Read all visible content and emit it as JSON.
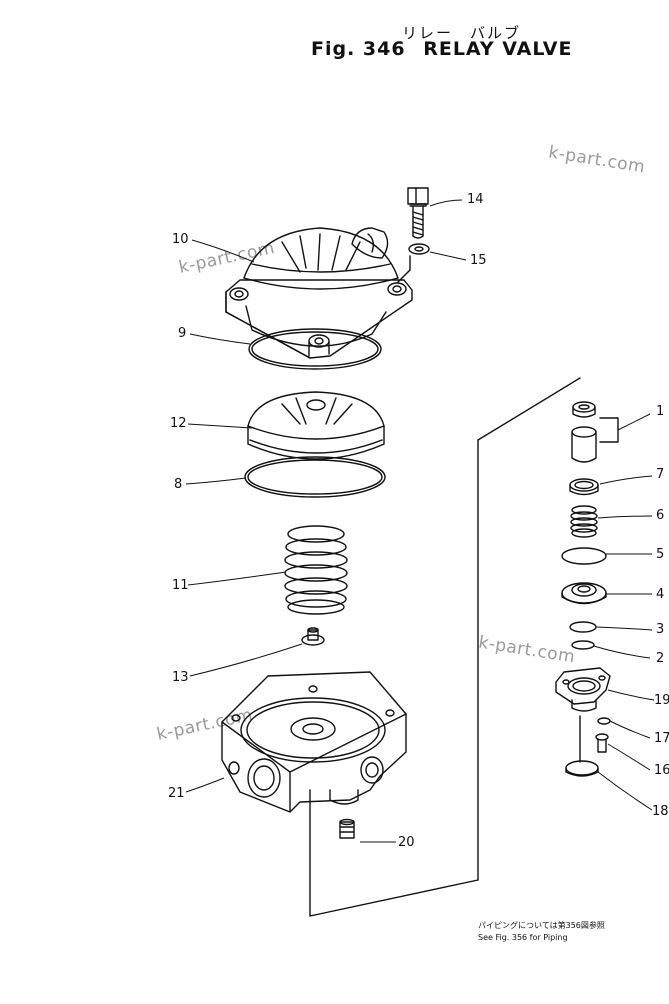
{
  "header": {
    "title_jp": "リレー　バルブ",
    "fig_label": "Fig. 346",
    "title": "RELAY VALVE"
  },
  "watermark": "k-part.com",
  "callouts": {
    "c1": "1",
    "c2": "2",
    "c3": "3",
    "c4": "4",
    "c5": "5",
    "c6": "6",
    "c7": "7",
    "c8": "8",
    "c9": "9",
    "c10": "10",
    "c11": "11",
    "c12": "12",
    "c13": "13",
    "c14": "14",
    "c15": "15",
    "c16": "16",
    "c17": "17",
    "c18": "18",
    "c19": "19",
    "c20": "20",
    "c21": "21"
  },
  "note": {
    "jp": "パイピングについては第356図参照",
    "en": "See Fig. 356 for Piping"
  },
  "colors": {
    "ink": "#111111",
    "watermark": "#9a9a9a"
  }
}
